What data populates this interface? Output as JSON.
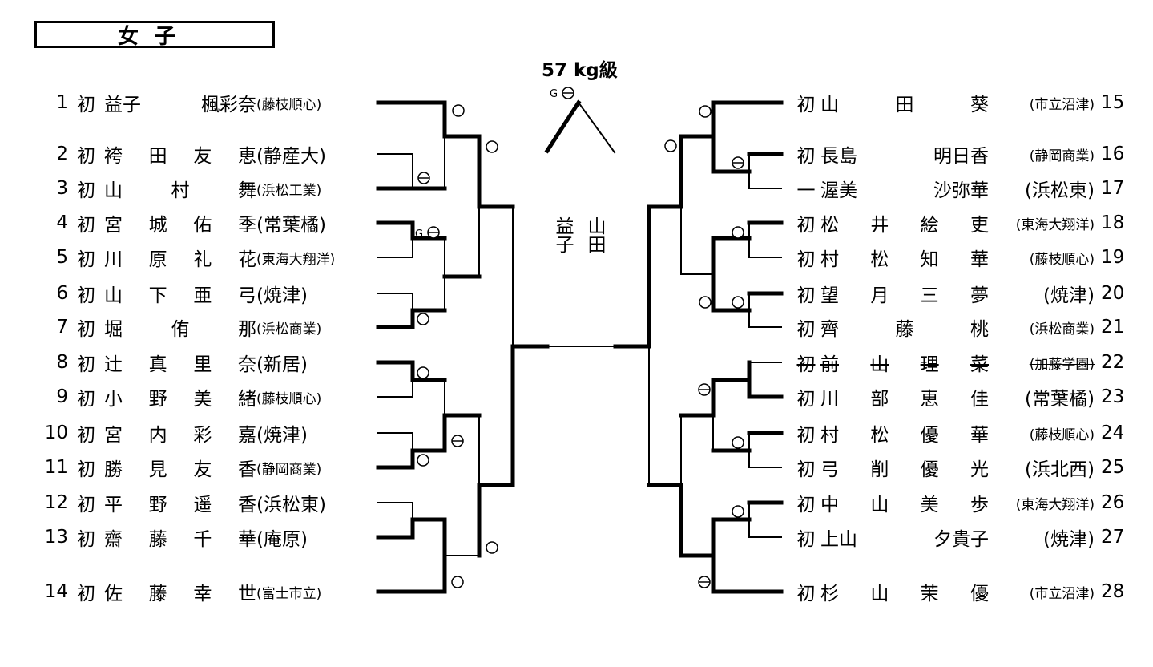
{
  "header": {
    "title": "女子"
  },
  "weight_class": "57 kg級",
  "winners": {
    "left": "益子",
    "right": "山田"
  },
  "left_players": [
    {
      "num": "1",
      "kyu": "初",
      "name": [
        "益子",
        "楓彩奈"
      ],
      "school": "(藤枝順心)",
      "small": true
    },
    {
      "num": "2",
      "kyu": "初",
      "name": [
        "袴",
        "田",
        "友",
        "恵"
      ],
      "school": "(静産大)",
      "small": false
    },
    {
      "num": "3",
      "kyu": "初",
      "name": [
        "山",
        "村",
        "舞"
      ],
      "school": "(浜松工業)",
      "small": true
    },
    {
      "num": "4",
      "kyu": "初",
      "name": [
        "宮",
        "城",
        "佑",
        "季"
      ],
      "school": "(常葉橘)",
      "small": false
    },
    {
      "num": "5",
      "kyu": "初",
      "name": [
        "川",
        "原",
        "礼",
        "花"
      ],
      "school": "(東海大翔洋)",
      "small": true
    },
    {
      "num": "6",
      "kyu": "初",
      "name": [
        "山",
        "下",
        "亜",
        "弓"
      ],
      "school": "(焼津)",
      "small": false
    },
    {
      "num": "7",
      "kyu": "初",
      "name": [
        "堀",
        "侑",
        "那"
      ],
      "school": "(浜松商業)",
      "small": true
    },
    {
      "num": "8",
      "kyu": "初",
      "name": [
        "辻",
        "真",
        "里",
        "奈"
      ],
      "school": "(新居)",
      "small": false
    },
    {
      "num": "9",
      "kyu": "初",
      "name": [
        "小",
        "野",
        "美",
        "緒"
      ],
      "school": "(藤枝順心)",
      "small": true
    },
    {
      "num": "10",
      "kyu": "初",
      "name": [
        "宮",
        "内",
        "彩",
        "嘉"
      ],
      "school": "(焼津)",
      "small": false
    },
    {
      "num": "11",
      "kyu": "初",
      "name": [
        "勝",
        "見",
        "友",
        "香"
      ],
      "school": "(静岡商業)",
      "small": true
    },
    {
      "num": "12",
      "kyu": "初",
      "name": [
        "平",
        "野",
        "遥",
        "香"
      ],
      "school": "(浜松東)",
      "small": false
    },
    {
      "num": "13",
      "kyu": "初",
      "name": [
        "齋",
        "藤",
        "千",
        "華"
      ],
      "school": "(庵原)",
      "small": false
    },
    {
      "num": "14",
      "kyu": "初",
      "name": [
        "佐",
        "藤",
        "幸",
        "世"
      ],
      "school": "(富士市立)",
      "small": true
    }
  ],
  "right_players": [
    {
      "num": "15",
      "kyu": "初",
      "name": [
        "山",
        "田",
        "葵"
      ],
      "school": "(市立沼津)",
      "small": true
    },
    {
      "num": "16",
      "kyu": "初",
      "name": [
        "長島",
        "明日香"
      ],
      "school": "(静岡商業)",
      "small": true
    },
    {
      "num": "17",
      "kyu": "一",
      "name": [
        "渥美",
        "沙弥華"
      ],
      "school": "(浜松東)",
      "small": false
    },
    {
      "num": "18",
      "kyu": "初",
      "name": [
        "松",
        "井",
        "絵",
        "吏"
      ],
      "school": "(東海大翔洋)",
      "small": true
    },
    {
      "num": "19",
      "kyu": "初",
      "name": [
        "村",
        "松",
        "知",
        "華"
      ],
      "school": "(藤枝順心)",
      "small": true
    },
    {
      "num": "20",
      "kyu": "初",
      "name": [
        "望",
        "月",
        "三",
        "夢"
      ],
      "school": "(焼津)",
      "small": false
    },
    {
      "num": "21",
      "kyu": "初",
      "name": [
        "齊",
        "藤",
        "桃"
      ],
      "school": "(浜松商業)",
      "small": true
    },
    {
      "num": "22",
      "kyu": "初",
      "name": [
        "前",
        "山",
        "理",
        "菜"
      ],
      "school": "(加藤学園)",
      "small": true,
      "strike": true
    },
    {
      "num": "23",
      "kyu": "初",
      "name": [
        "川",
        "部",
        "恵",
        "佳"
      ],
      "school": "(常葉橘)",
      "small": false
    },
    {
      "num": "24",
      "kyu": "初",
      "name": [
        "村",
        "松",
        "優",
        "華"
      ],
      "school": "(藤枝順心)",
      "small": true
    },
    {
      "num": "25",
      "kyu": "初",
      "name": [
        "弓",
        "削",
        "優",
        "光"
      ],
      "school": "(浜北西)",
      "small": false
    },
    {
      "num": "26",
      "kyu": "初",
      "name": [
        "中",
        "山",
        "美",
        "歩"
      ],
      "school": "(東海大翔洋)",
      "small": true
    },
    {
      "num": "27",
      "kyu": "初",
      "name": [
        "上山",
        "夕貴子"
      ],
      "school": "(焼津)",
      "small": false
    },
    {
      "num": "28",
      "kyu": "初",
      "name": [
        "杉",
        "山",
        "茉",
        "優"
      ],
      "school": "(市立沼津)",
      "small": true
    }
  ],
  "marks": {
    "win": "○",
    "half": "⊖",
    "g_label": "G"
  }
}
